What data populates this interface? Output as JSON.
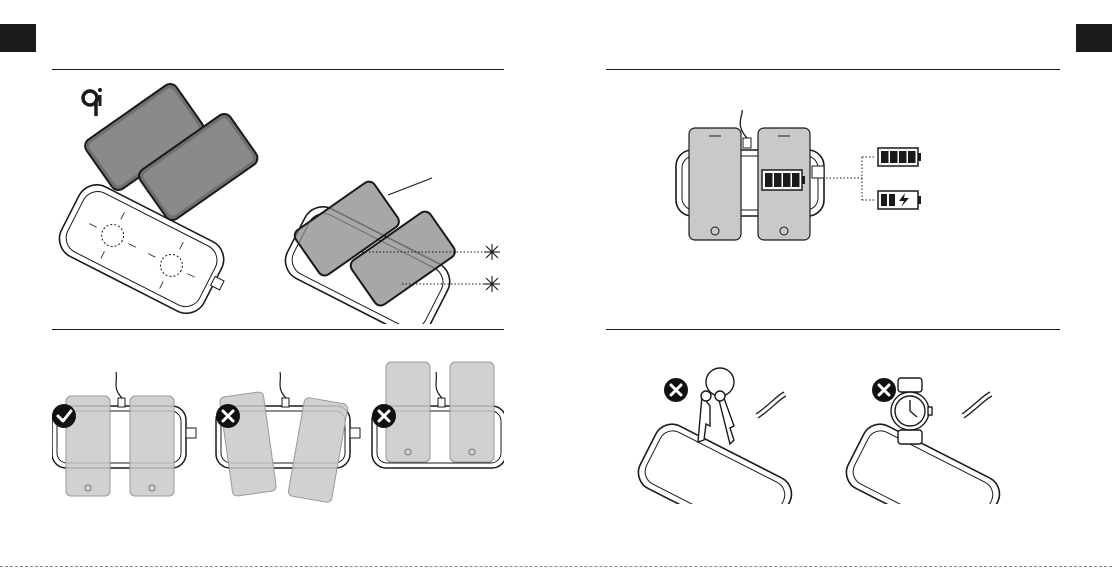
{
  "page": {
    "left_panels": [
      "qi-alignment-diagram",
      "phone-placement-examples"
    ],
    "right_panels": [
      "dual-charging-status-diagram",
      "foreign-objects-warning"
    ]
  },
  "colors": {
    "ink": "#1a1a1a",
    "phone_fill": "#c9c9c9",
    "phone_dark": "#707070",
    "pad_fill": "#ffffff",
    "badge": "#111111"
  },
  "icons": {
    "qi_logo": "qi-logo-icon",
    "ok": "check-badge-icon",
    "not_ok": "cross-badge-icon",
    "battery_full": "battery-full-icon",
    "battery_charging": "battery-charging-icon",
    "spark": "spark-icon"
  },
  "battery_levels": {
    "phone_status": 4,
    "indicator_full": 4,
    "indicator_charging": 2
  }
}
